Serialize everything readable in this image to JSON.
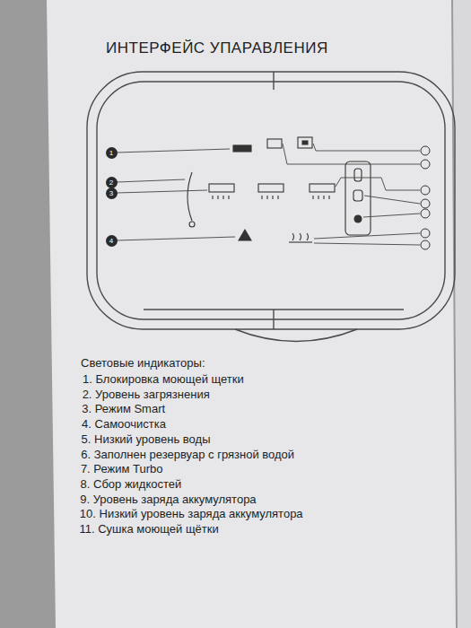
{
  "diagram": {
    "title": "ИНТЕРФЕЙС УПАРАВЛЕНИЯ",
    "labels": [
      "1",
      "2",
      "3",
      "4",
      "Световые индикаторы:",
      "1. Блокировка моющей щетки",
      "2. Уровень загрязнения",
      "3. Режим Smart",
      "4. Самоочистка",
      "5. Низкий уровень воды",
      "6. Заполнен резервуар с грязной водой",
      "7. Режим Turbo",
      "8. Сбор жидкостей",
      "9. Уровень заряда аккумулятора",
      "10. Низкий уровень заряда аккумулятора",
      "11. Сушка моющей щётки"
    ]
  }
}
